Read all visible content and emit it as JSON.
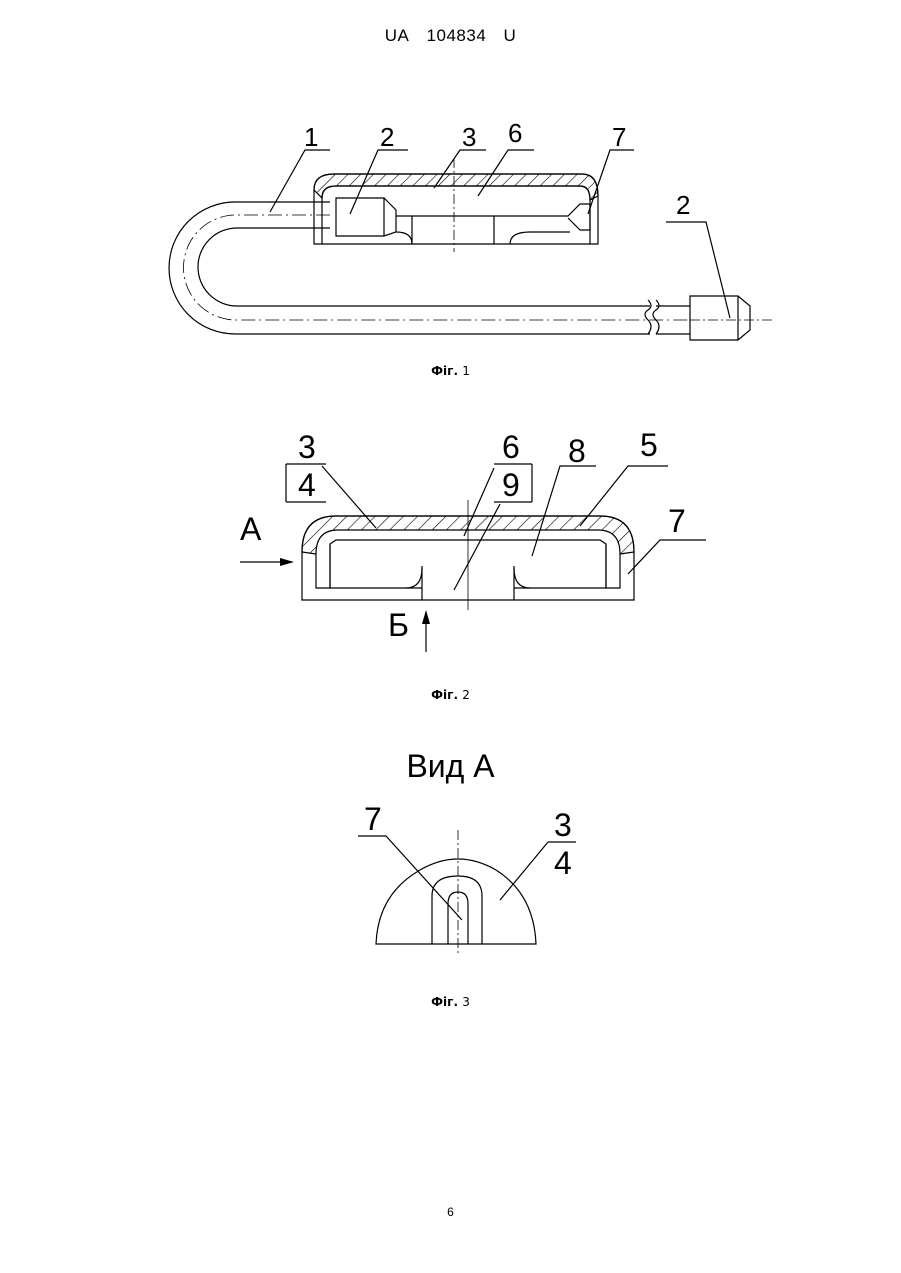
{
  "header": {
    "country": "UA",
    "number": "104834",
    "kind": "U"
  },
  "figures": {
    "fig1": {
      "caption_prefix": "Фіг.",
      "caption_num": "1",
      "labels": {
        "l1": "1",
        "l2a": "2",
        "l3": "3",
        "l6": "6",
        "l7": "7",
        "l2b": "2"
      }
    },
    "fig2": {
      "caption_prefix": "Фіг.",
      "caption_num": "2",
      "labels": {
        "l3": "3",
        "l4": "4",
        "l6": "6",
        "l9": "9",
        "l8": "8",
        "l5": "5",
        "l7": "7",
        "lA": "A",
        "lB": "Б"
      }
    },
    "fig3": {
      "title": "Вид А",
      "caption_prefix": "Фіг.",
      "caption_num": "3",
      "labels": {
        "l7": "7",
        "l3": "3",
        "l4": "4"
      }
    }
  },
  "page_number": "6"
}
